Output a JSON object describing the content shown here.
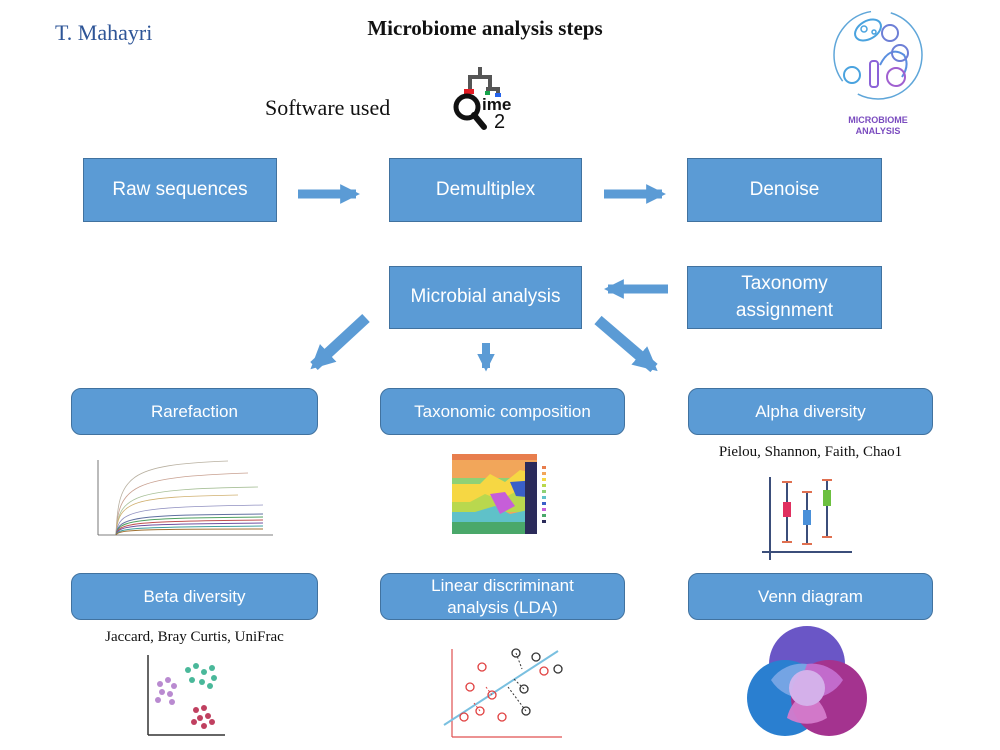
{
  "header": {
    "author": "T. Mahayri",
    "title": "Microbiome analysis steps",
    "software_label": "Software used",
    "logo_text": "ime",
    "logo_number": "2",
    "badge_line1": "MICROBIOME",
    "badge_line2": "ANALYSIS"
  },
  "pipeline": {
    "raw": "Raw sequences",
    "demux": "Demultiplex",
    "denoise": "Denoise",
    "taxonomy_line1": "Taxonomy",
    "taxonomy_line2": "assignment",
    "microbial": "Microbial analysis"
  },
  "analyses": {
    "rarefaction": "Rarefaction",
    "taxonomic": "Taxonomic composition",
    "alpha": "Alpha diversity",
    "alpha_metrics": "Pielou, Shannon,  Faith,  Chao1",
    "beta": "Beta diversity",
    "beta_metrics": "Jaccard, Bray Curtis, UniFrac",
    "lda_line1": "Linear discriminant",
    "lda_line2": "analysis (LDA)",
    "venn": "Venn diagram"
  },
  "colors": {
    "box_fill": "#5b9bd5",
    "box_border": "#41729f",
    "author": "#2e5597"
  }
}
